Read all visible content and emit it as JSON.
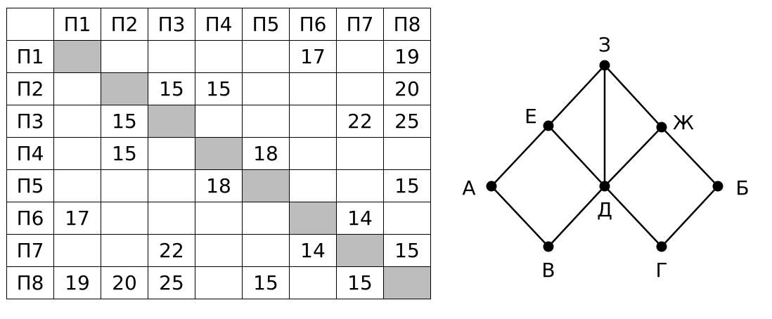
{
  "table": {
    "header": [
      "",
      "П1",
      "П2",
      "П3",
      "П4",
      "П5",
      "П6",
      "П7",
      "П8"
    ],
    "rows": [
      {
        "label": "П1",
        "cells": [
          "",
          "",
          "",
          "",
          "",
          "17",
          "",
          "19"
        ]
      },
      {
        "label": "П2",
        "cells": [
          "",
          "",
          "15",
          "15",
          "",
          "",
          "",
          "20"
        ]
      },
      {
        "label": "П3",
        "cells": [
          "",
          "15",
          "",
          "",
          "",
          "",
          "22",
          "25"
        ]
      },
      {
        "label": "П4",
        "cells": [
          "",
          "15",
          "",
          "",
          "18",
          "",
          "",
          ""
        ]
      },
      {
        "label": "П5",
        "cells": [
          "",
          "",
          "",
          "18",
          "",
          "",
          "",
          "15"
        ]
      },
      {
        "label": "П6",
        "cells": [
          "17",
          "",
          "",
          "",
          "",
          "",
          "14",
          ""
        ]
      },
      {
        "label": "П7",
        "cells": [
          "",
          "",
          "22",
          "",
          "",
          "14",
          "",
          "15"
        ]
      },
      {
        "label": "П8",
        "cells": [
          "19",
          "20",
          "25",
          "",
          "15",
          "",
          "15",
          ""
        ]
      }
    ]
  },
  "graph": {
    "nodes": [
      {
        "id": "З",
        "label": "З"
      },
      {
        "id": "Е",
        "label": "Е"
      },
      {
        "id": "Ж",
        "label": "Ж"
      },
      {
        "id": "А",
        "label": "А"
      },
      {
        "id": "Д",
        "label": "Д"
      },
      {
        "id": "Б",
        "label": "Б"
      },
      {
        "id": "В",
        "label": "В"
      },
      {
        "id": "Г",
        "label": "Г"
      }
    ],
    "edges": [
      [
        "З",
        "Е"
      ],
      [
        "З",
        "Ж"
      ],
      [
        "З",
        "Д"
      ],
      [
        "Е",
        "А"
      ],
      [
        "Е",
        "Д"
      ],
      [
        "Ж",
        "Д"
      ],
      [
        "Ж",
        "Б"
      ],
      [
        "А",
        "В"
      ],
      [
        "Д",
        "В"
      ],
      [
        "Д",
        "Г"
      ],
      [
        "Б",
        "Г"
      ]
    ],
    "colors": {
      "line": "#000000",
      "node": "#000000"
    }
  }
}
